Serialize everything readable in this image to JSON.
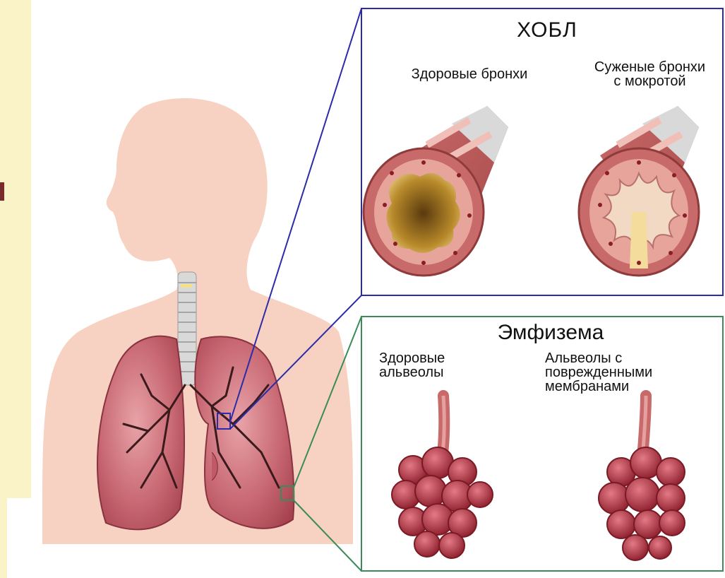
{
  "copd_panel": {
    "title": "ХОБЛ",
    "healthy_label": "Здоровые бронхи",
    "narrowed_label_line1": "Суженые бронхи",
    "narrowed_label_line2": "с мокротой"
  },
  "emphysema_panel": {
    "title": "Эмфизема",
    "healthy_label_line1": "Здоровые",
    "healthy_label_line2": "альвеолы",
    "damaged_label_line1": "Альвеолы с",
    "damaged_label_line2": "поврежденными",
    "damaged_label_line3": "мембранами"
  },
  "colors": {
    "copd_frame": "#2c2ca8",
    "emphysema_frame": "#3a8a5a",
    "skin": "#f7d2c2",
    "lung": "#c05a66",
    "sidebar": "#fbf3c8"
  }
}
